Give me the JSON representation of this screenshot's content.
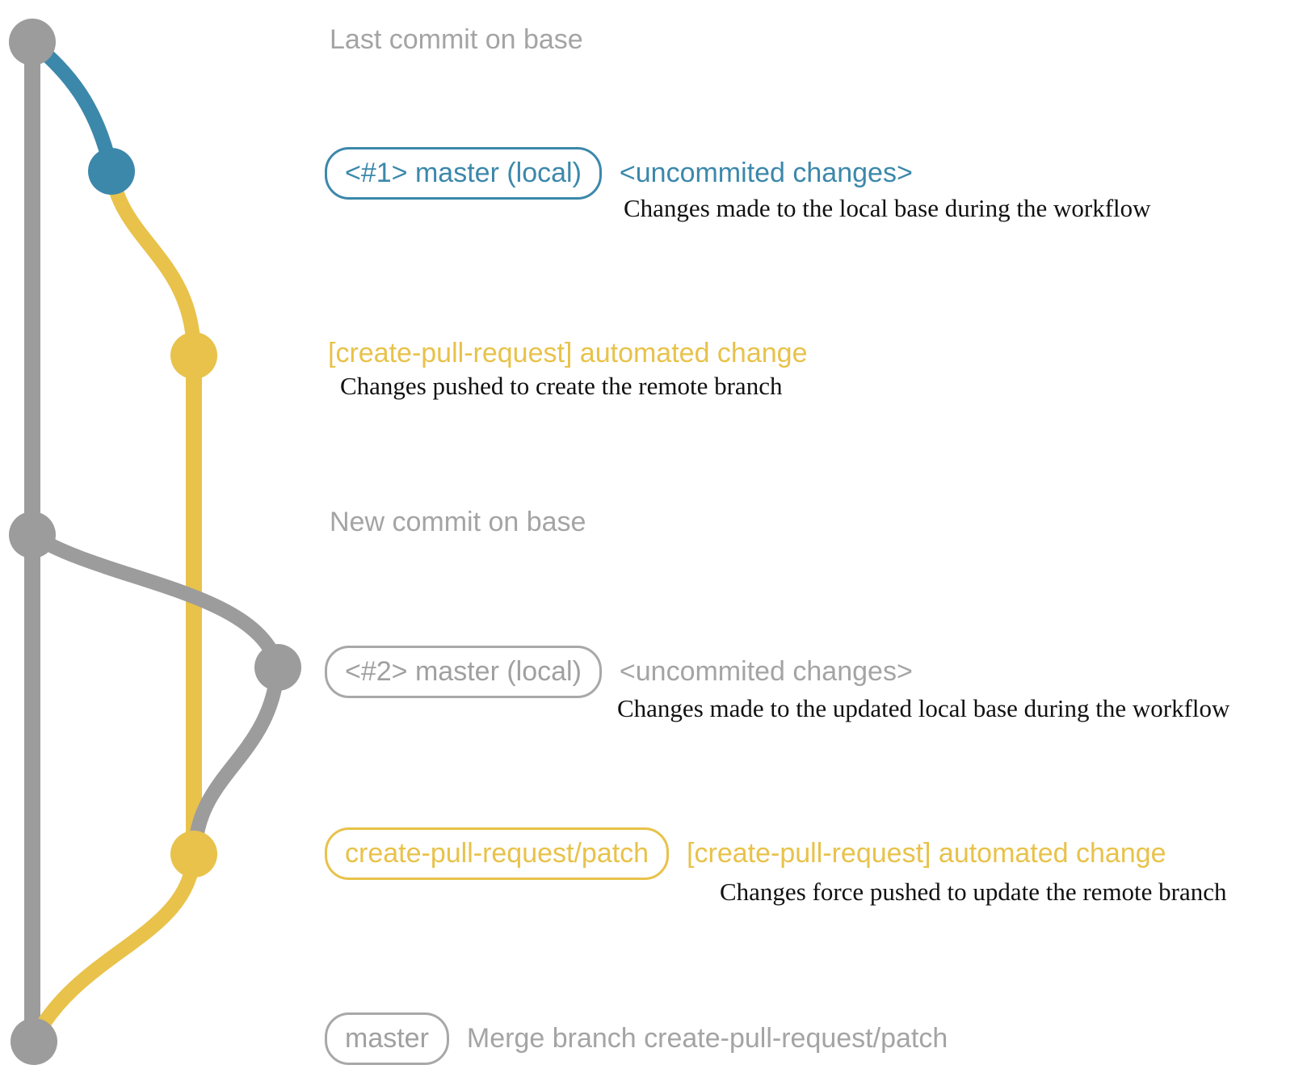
{
  "colors": {
    "gray": "#9c9c9c",
    "gray_text": "#a4a4a4",
    "blue": "#3c88ab",
    "yellow": "#e8c24a",
    "annotation_text": "#111111",
    "background": "#ffffff"
  },
  "graph": {
    "branches": [
      {
        "name": "base",
        "color": "#9c9c9c"
      },
      {
        "name": "master (local)",
        "color": "#3c88ab"
      },
      {
        "name": "create-pull-request/patch",
        "color": "#e8c24a"
      }
    ],
    "node_names": {
      "n1": "last-commit-on-base",
      "n2": "local-master-commit-1",
      "n3": "patch-branch-commit-1",
      "n4": "new-commit-on-base",
      "n5": "local-master-commit-2",
      "n6": "patch-branch-commit-2",
      "n7": "merge-commit-on-base"
    }
  },
  "rows": {
    "r1": {
      "label": "Last commit on base"
    },
    "r2": {
      "badge": "<#1> master (local)",
      "message": "<uncommited changes>",
      "note": "Changes made to the local base during the workflow"
    },
    "r3": {
      "message": "[create-pull-request] automated change",
      "note": "Changes pushed to create the remote branch"
    },
    "r4": {
      "label": "New commit on base"
    },
    "r5": {
      "badge": "<#2> master (local)",
      "message": "<uncommited changes>",
      "note": "Changes made to the updated local base during the workflow"
    },
    "r6": {
      "badge": "create-pull-request/patch",
      "message": "[create-pull-request] automated change",
      "note": "Changes force pushed to update the remote branch"
    },
    "r7": {
      "badge": "master",
      "message": "Merge branch create-pull-request/patch"
    }
  }
}
